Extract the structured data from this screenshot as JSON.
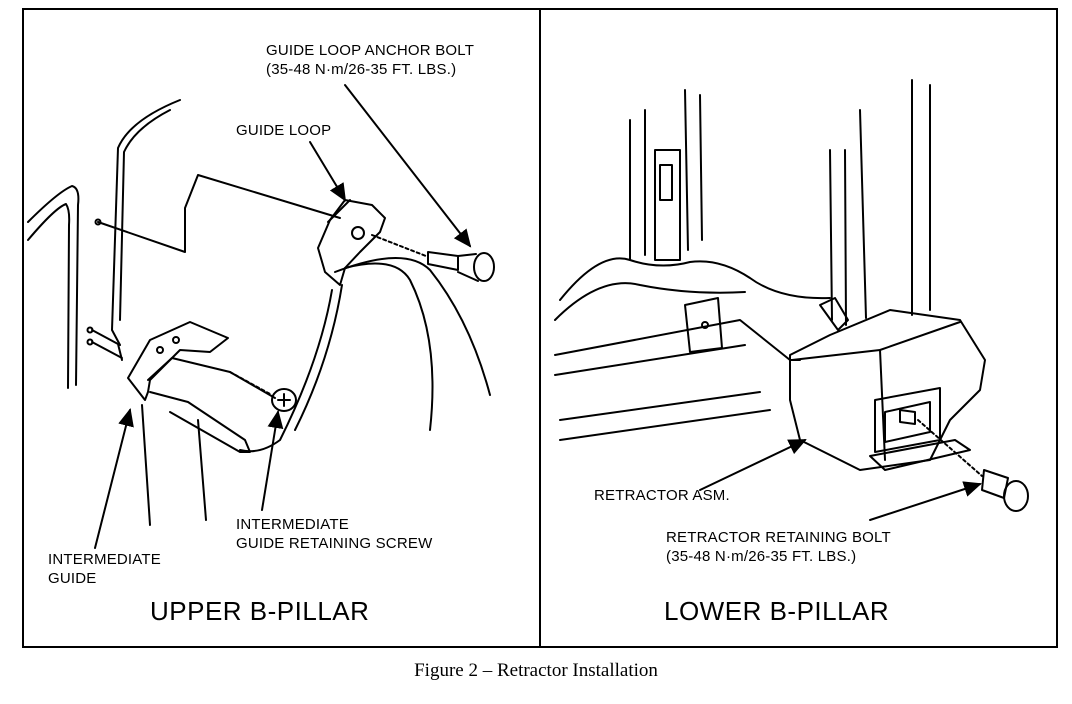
{
  "upper_panel": {
    "title": "UPPER B-PILLAR",
    "labels": {
      "anchor_bolt_line1": "GUIDE LOOP ANCHOR BOLT",
      "anchor_bolt_line2": "(35-48 N·m/26-35 FT. LBS.)",
      "guide_loop": "GUIDE LOOP",
      "screw_line1": "INTERMEDIATE",
      "screw_line2": "GUIDE RETAINING SCREW",
      "guide_line1": "INTERMEDIATE",
      "guide_line2": "GUIDE"
    }
  },
  "lower_panel": {
    "title": "LOWER B-PILLAR",
    "labels": {
      "retractor_asm": "RETRACTOR ASM.",
      "bolt_line1": "RETRACTOR RETAINING BOLT",
      "bolt_line2": "(35-48 N·m/26-35 FT. LBS.)"
    }
  },
  "caption": "Figure 2 – Retractor Installation"
}
